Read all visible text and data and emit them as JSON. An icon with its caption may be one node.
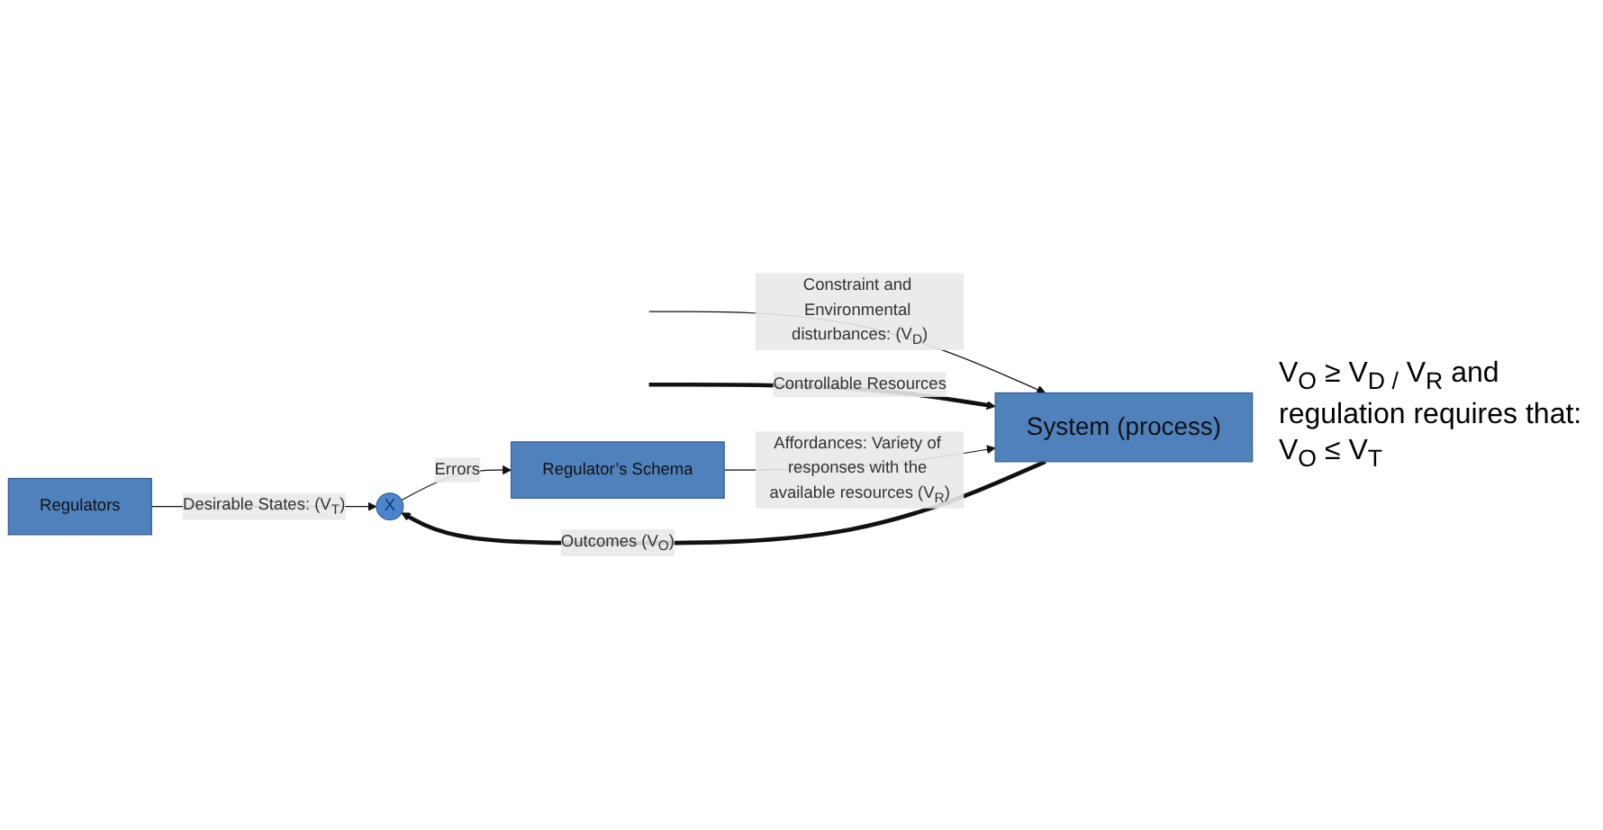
{
  "diagram": {
    "nodes": [
      {
        "text": [
          "Regulators"
        ]
      },
      {
        "text": [
          "System (process)"
        ]
      },
      {
        "text": [
          "X"
        ]
      },
      {
        "text": [
          "Regulator’s Schema"
        ]
      }
    ],
    "edges": [
      {
        "from": null,
        "to": 1,
        "arrow": "to",
        "label": "Constraint and Environmental disturbances: (V$_{D}$)"
      },
      {
        "from": null,
        "to": 1,
        "arrow": "to",
        "style": "thick",
        "label": "Controllable Resources"
      },
      {
        "from": 1,
        "to": 2,
        "arrow": "to",
        "style": "thick",
        "label": "Outcomes (V$_{O}$)"
      },
      {
        "from": 0,
        "to": 2,
        "arrow": "to",
        "label": "Desirable States: (V$_{T}$)"
      },
      {
        "from": 2,
        "to": 3,
        "arrow": "to",
        "label": "Errors"
      },
      {
        "from": 3,
        "to": 1,
        "arrow": "to",
        "label": "Affordances: Variety of responses with the available resources (V$_{R}$)"
      }
    ],
    "labels": [
      "V$_{O}$ ≥ V$_{D /}$ V$_{R}$ and regulation requires that: V$_{O}$ ≤ V$_{T}$"
    ]
  }
}
